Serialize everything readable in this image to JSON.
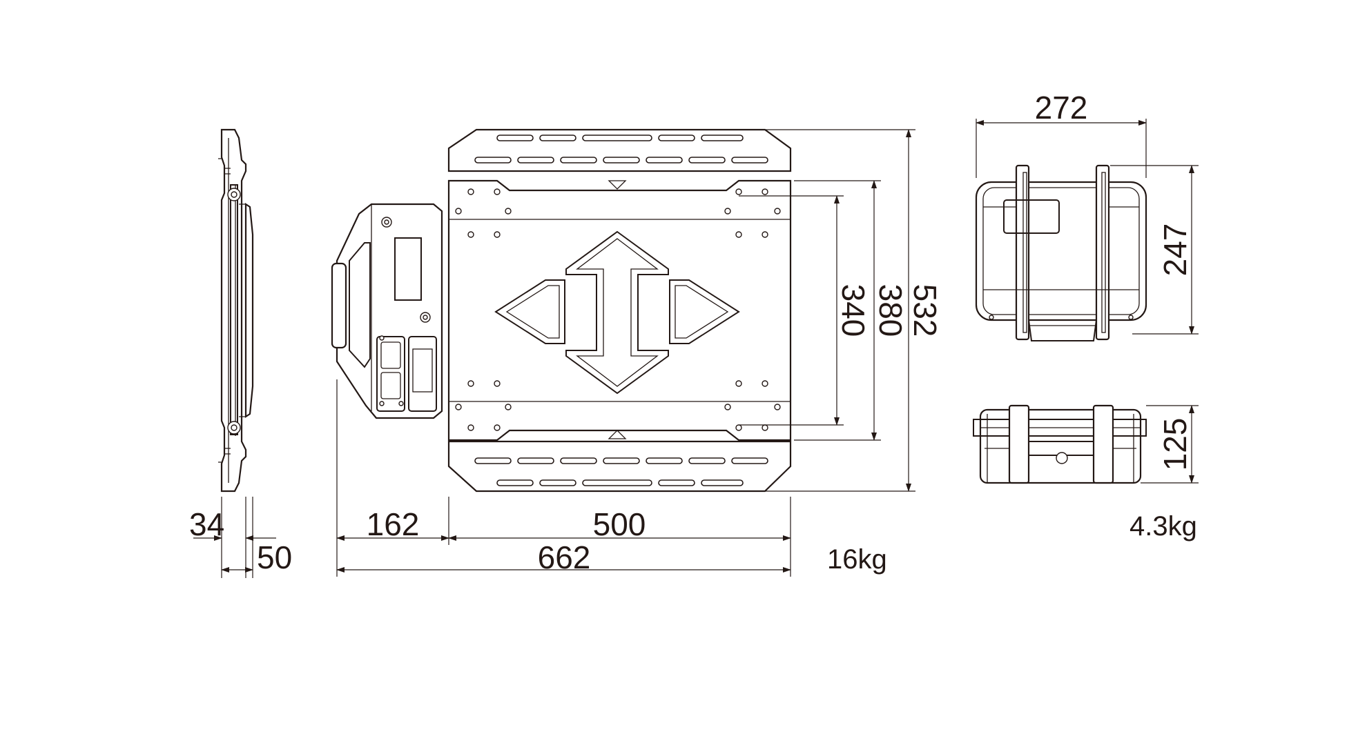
{
  "dimensions": {
    "side_thickness": "34",
    "side_total": "50",
    "handle_length": "162",
    "plate_length": "500",
    "overall_length": "662",
    "inner_width": "340",
    "plate_width": "380",
    "overall_width": "532",
    "case_width": "272",
    "case_depth": "247",
    "case_height": "125"
  },
  "weights": {
    "scale": "16kg",
    "case": "4.3kg"
  },
  "colors": {
    "line": "#231815",
    "background": "#ffffff"
  }
}
